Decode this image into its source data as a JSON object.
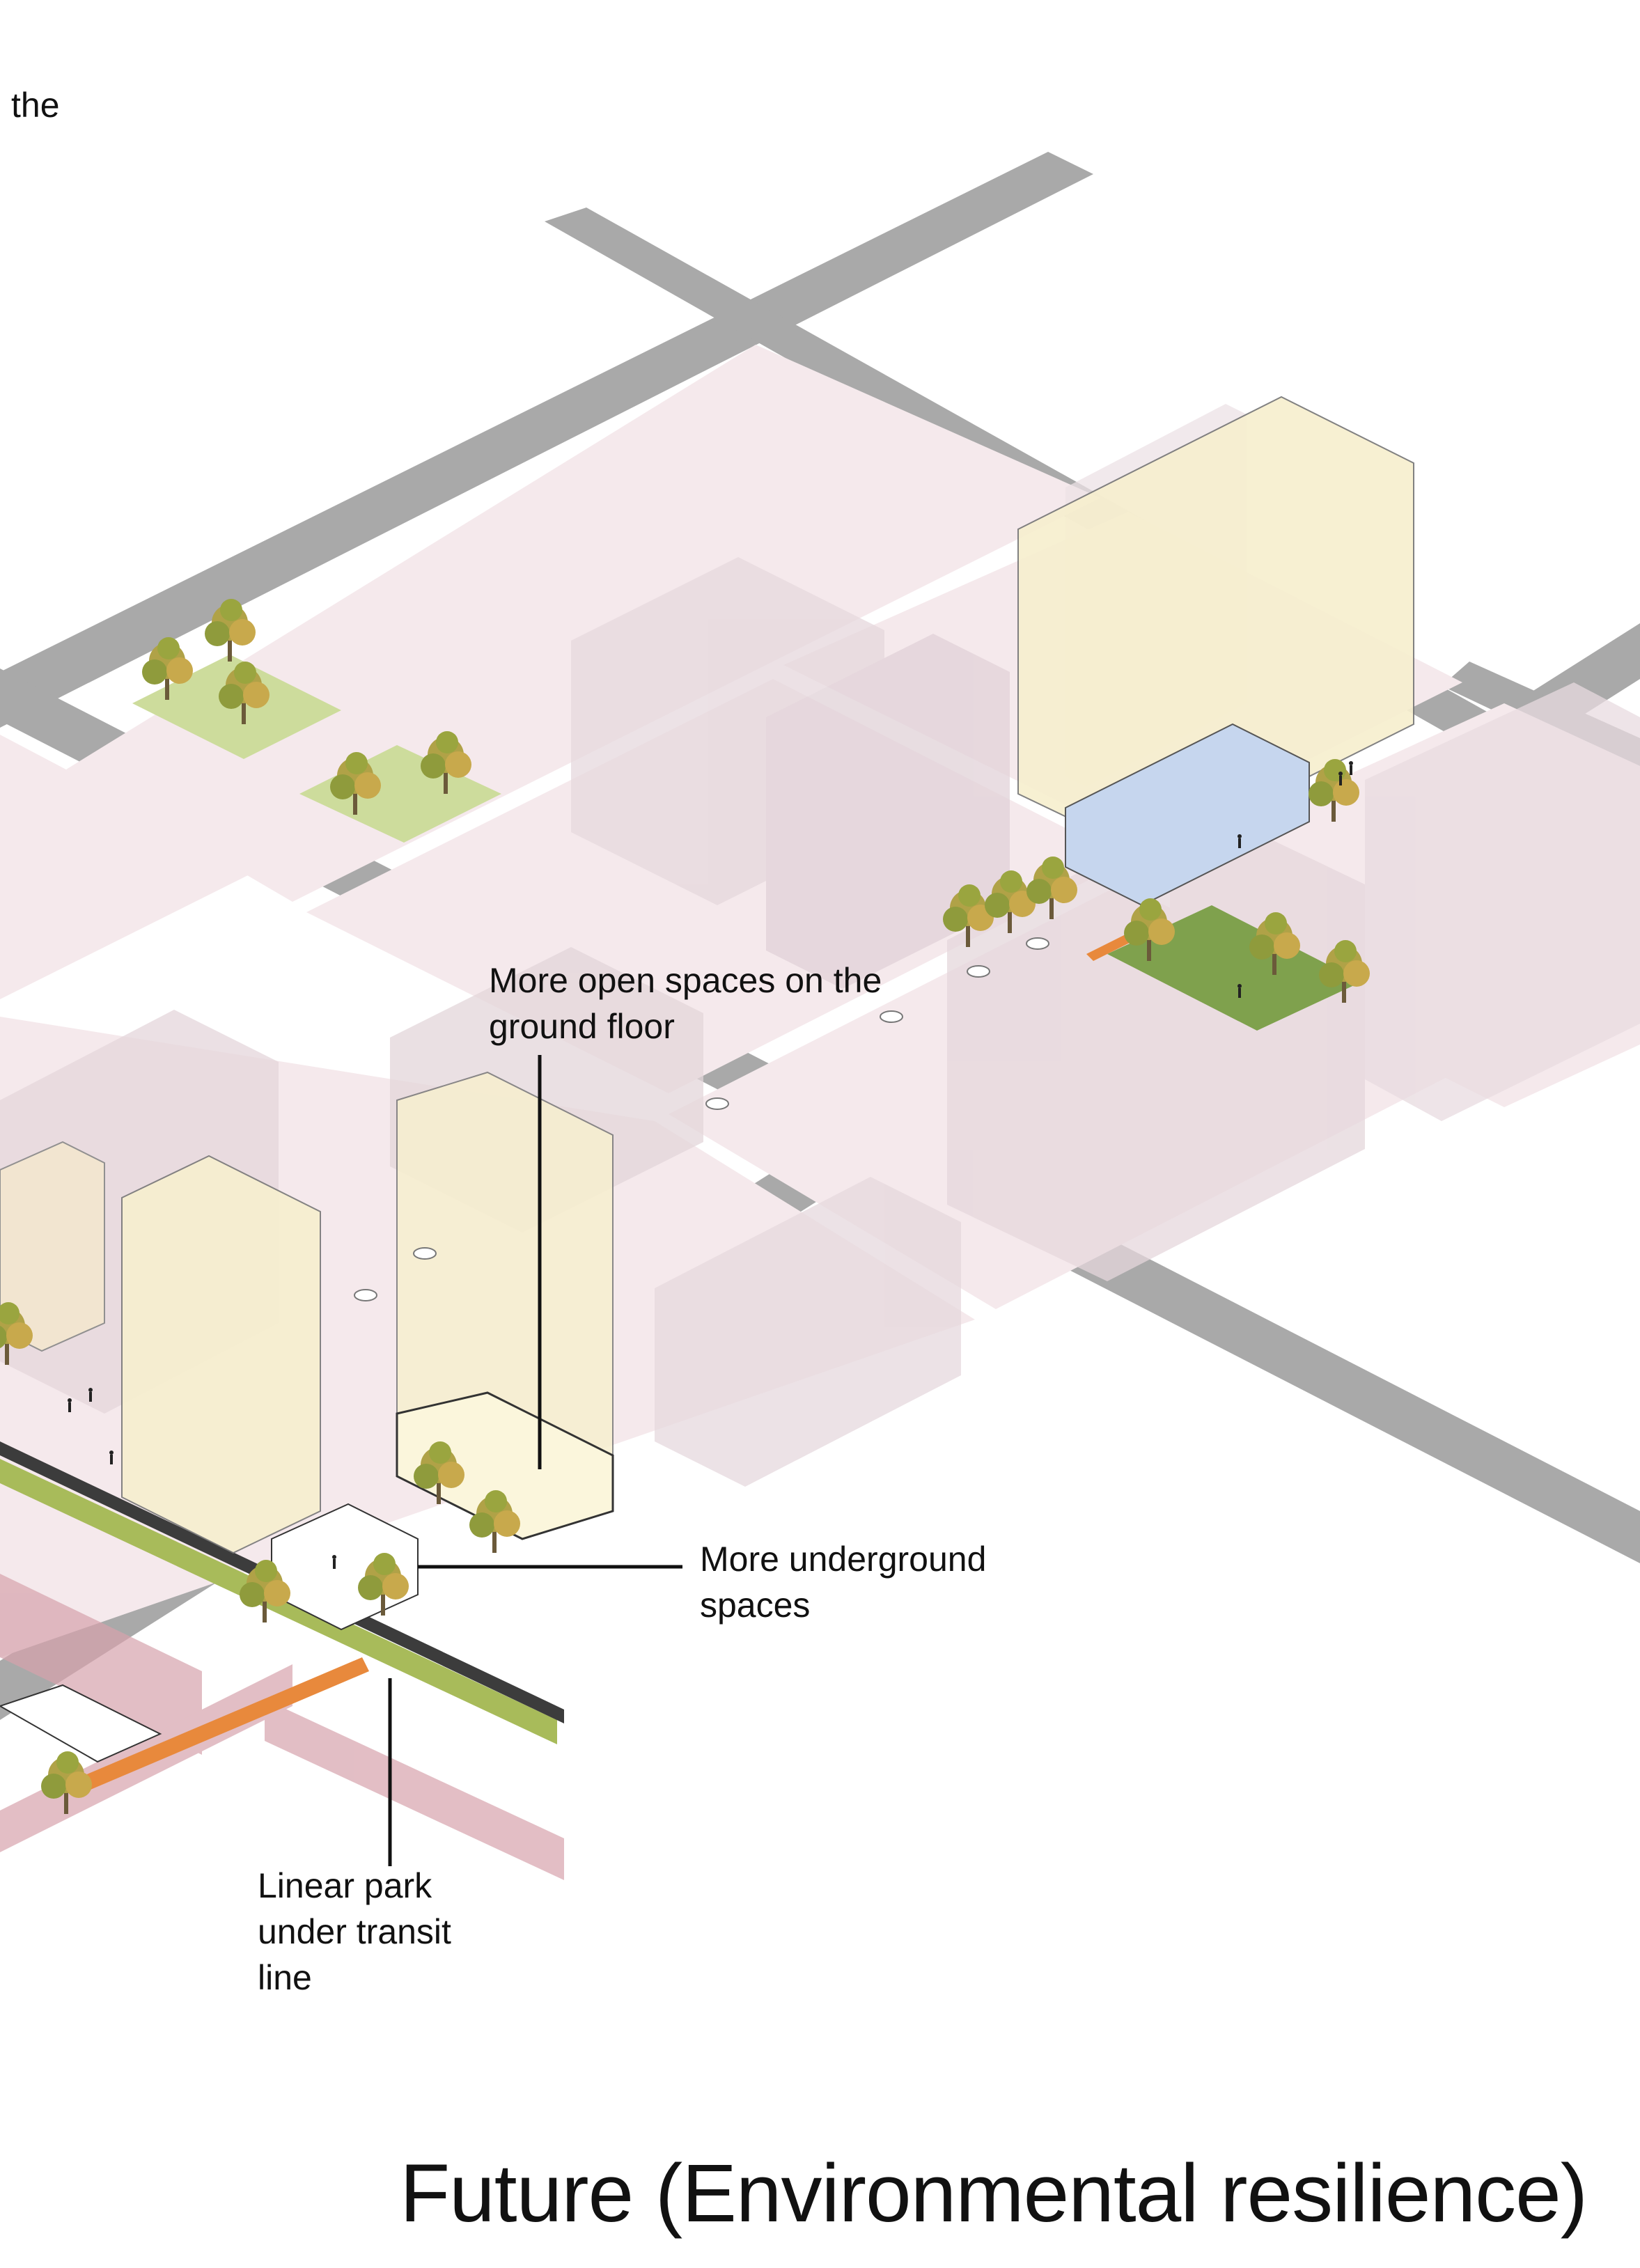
{
  "captions": {
    "partial_left": "the"
  },
  "annotations": {
    "open_spaces": "More open spaces on the\nground floor",
    "underground": "More underground\nspaces",
    "linear_park": "Linear park\nunder transit\nline"
  },
  "title": "Future (Environmental resilience)",
  "colors": {
    "road": "#a9a9a9",
    "block_ground": "#f5e9ec",
    "building_existing": "#e9dde1",
    "building_new": "#f7efcf",
    "park_green": "#cddc9c",
    "tree_canopy": "#b4a84a",
    "underground_tunnel": "#d7a3ad",
    "orange_path": "#e8893c",
    "transit_roof": "#3c3c3c",
    "basement_blue": "#c6d6ee"
  },
  "icons": {
    "tree": "tree-icon",
    "car": "car-icon",
    "person": "person-icon"
  }
}
